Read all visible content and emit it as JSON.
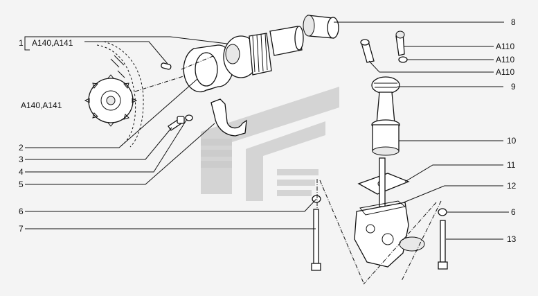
{
  "labels": {
    "l1": "1",
    "l1_ref": "A140,A141",
    "sprocket_ref": "A140,A141",
    "l2": "2",
    "l3": "3",
    "l4": "4",
    "l5": "5",
    "l6_left": "6",
    "l7": "7",
    "l8": "8",
    "a110_1": "A110",
    "a110_2": "A110",
    "a110_3": "A110",
    "l9": "9",
    "l10": "10",
    "l11": "11",
    "l12": "12",
    "l6_right": "6",
    "l13": "13"
  },
  "colors": {
    "ink": "#111111",
    "background": "#f4f4f4",
    "watermark": "#c9c9c9"
  }
}
